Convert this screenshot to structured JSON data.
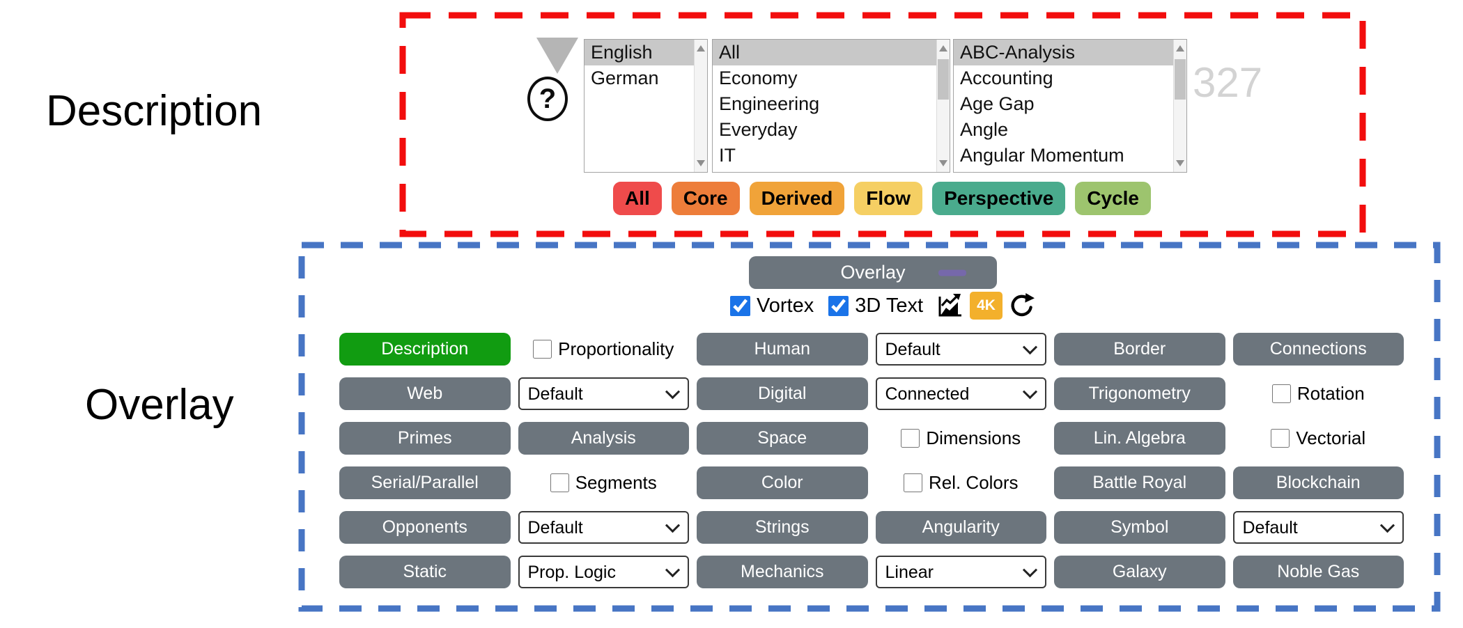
{
  "labels": {
    "description_section": "Description",
    "overlay_section": "Overlay"
  },
  "colors": {
    "dash_red": "#f20d0d",
    "dash_blue": "#4775c4",
    "button_gray": "#6c757d",
    "button_green": "#119c11",
    "checkbox_blue": "#1a73e8",
    "badge_amber": "#f3b02c",
    "header_dash_purple": "#7668ab",
    "count_gray": "#d3d3d3",
    "filter_all": "#ef4b4b",
    "filter_core": "#ed7d3a",
    "filter_derived": "#f0a339",
    "filter_flow": "#f5cf63",
    "filter_perspective": "#4aab8d",
    "filter_cycle": "#9dc46e"
  },
  "icons": {
    "dropdown_triangle": "triangle-down",
    "help": "question-mark-circle",
    "chart": "chart-increasing",
    "refresh": "refresh-arrow",
    "minimize": "purple-dash",
    "select_chevron": "chevron-down"
  },
  "description_panel": {
    "help_icon_glyph": "?",
    "language_list": {
      "selected_index": 0,
      "items": [
        "English",
        "German"
      ]
    },
    "category_list": {
      "selected_index": 0,
      "items": [
        "All",
        "Economy",
        "Engineering",
        "Everyday",
        "IT"
      ]
    },
    "topic_list": {
      "selected_index": 0,
      "items": [
        "ABC-Analysis",
        "Accounting",
        "Age Gap",
        "Angle",
        "Angular Momentum"
      ]
    },
    "count": "327",
    "filters": [
      {
        "label": "All",
        "color": "#ef4b4b"
      },
      {
        "label": "Core",
        "color": "#ed7d3a"
      },
      {
        "label": "Derived",
        "color": "#f0a339"
      },
      {
        "label": "Flow",
        "color": "#f5cf63"
      },
      {
        "label": "Perspective",
        "color": "#4aab8d"
      },
      {
        "label": "Cycle",
        "color": "#9dc46e"
      }
    ]
  },
  "overlay_panel": {
    "header_label": "Overlay",
    "toggles": [
      {
        "label": "Vortex",
        "checked": true
      },
      {
        "label": "3D Text",
        "checked": true
      }
    ],
    "badge_4k": "4K",
    "grid": [
      [
        {
          "type": "button",
          "variant": "green",
          "label": "Description"
        },
        {
          "type": "checkbox",
          "label": "Proportionality",
          "checked": false
        },
        {
          "type": "button",
          "label": "Human"
        },
        {
          "type": "select",
          "value": "Default"
        },
        {
          "type": "button",
          "label": "Border"
        },
        {
          "type": "button",
          "label": "Connections"
        }
      ],
      [
        {
          "type": "button",
          "label": "Web"
        },
        {
          "type": "select",
          "value": "Default"
        },
        {
          "type": "button",
          "label": "Digital"
        },
        {
          "type": "select",
          "value": "Connected"
        },
        {
          "type": "button",
          "label": "Trigonometry"
        },
        {
          "type": "checkbox",
          "label": "Rotation",
          "checked": false
        }
      ],
      [
        {
          "type": "button",
          "label": "Primes"
        },
        {
          "type": "button",
          "label": "Analysis"
        },
        {
          "type": "button",
          "label": "Space"
        },
        {
          "type": "checkbox",
          "label": "Dimensions",
          "checked": false
        },
        {
          "type": "button",
          "label": "Lin. Algebra"
        },
        {
          "type": "checkbox",
          "label": "Vectorial",
          "checked": false
        }
      ],
      [
        {
          "type": "button",
          "label": "Serial/Parallel"
        },
        {
          "type": "checkbox",
          "label": "Segments",
          "checked": false
        },
        {
          "type": "button",
          "label": "Color"
        },
        {
          "type": "checkbox",
          "label": "Rel. Colors",
          "checked": false
        },
        {
          "type": "button",
          "label": "Battle Royal"
        },
        {
          "type": "button",
          "label": "Blockchain"
        }
      ],
      [
        {
          "type": "button",
          "label": "Opponents"
        },
        {
          "type": "select",
          "value": "Default"
        },
        {
          "type": "button",
          "label": "Strings"
        },
        {
          "type": "button",
          "label": "Angularity"
        },
        {
          "type": "button",
          "label": "Symbol"
        },
        {
          "type": "select",
          "value": "Default"
        }
      ],
      [
        {
          "type": "button",
          "label": "Static"
        },
        {
          "type": "select",
          "value": "Prop. Logic"
        },
        {
          "type": "button",
          "label": "Mechanics"
        },
        {
          "type": "select",
          "value": "Linear"
        },
        {
          "type": "button",
          "label": "Galaxy"
        },
        {
          "type": "button",
          "label": "Noble Gas"
        }
      ]
    ]
  }
}
